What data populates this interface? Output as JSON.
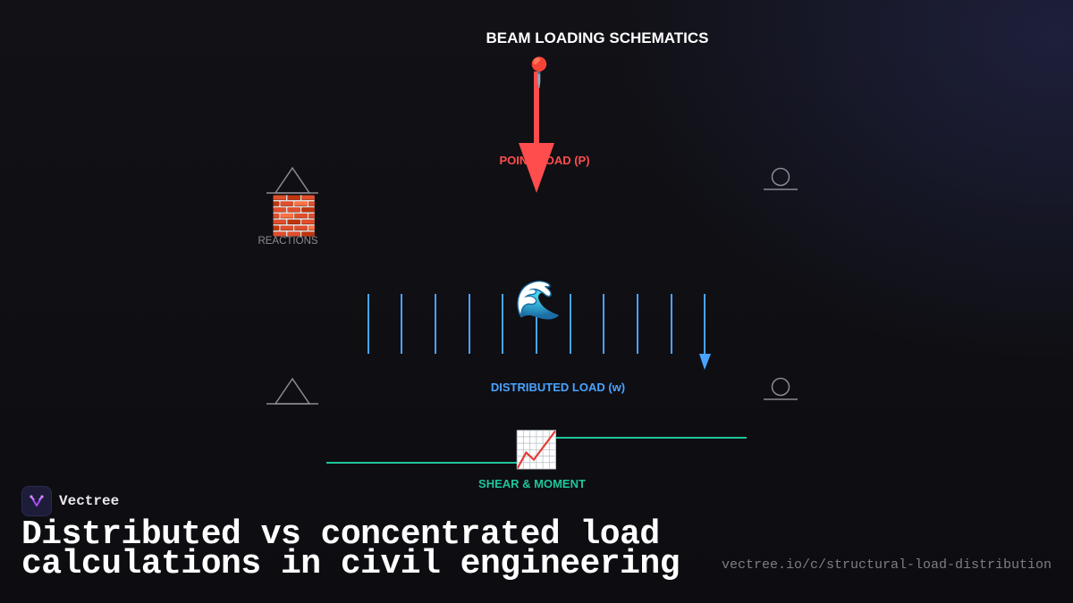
{
  "diagram": {
    "title": "BEAM LOADING SCHEMATICS",
    "point_load": {
      "label": "POINT LOAD (P)",
      "icon": "pushpin-icon",
      "color": "#ff4d4d"
    },
    "reactions": {
      "label": "REACTIONS",
      "icon": "brick-icon",
      "color": "#8a8a90"
    },
    "distributed_load": {
      "label": "DISTRIBUTED LOAD (w)",
      "icon": "water-wave-icon",
      "color": "#4aa3ff"
    },
    "shear_moment": {
      "label": "SHEAR & MOMENT",
      "icon": "chart-increasing-icon",
      "color": "#1fc59a"
    }
  },
  "branding": {
    "name": "Vectree",
    "logo_icon": "vectree-logo-icon",
    "accent": "#b14cff"
  },
  "headline": "Distributed vs concentrated load calculations in civil engineering",
  "url": "vectree.io/c/structural-load-distribution"
}
